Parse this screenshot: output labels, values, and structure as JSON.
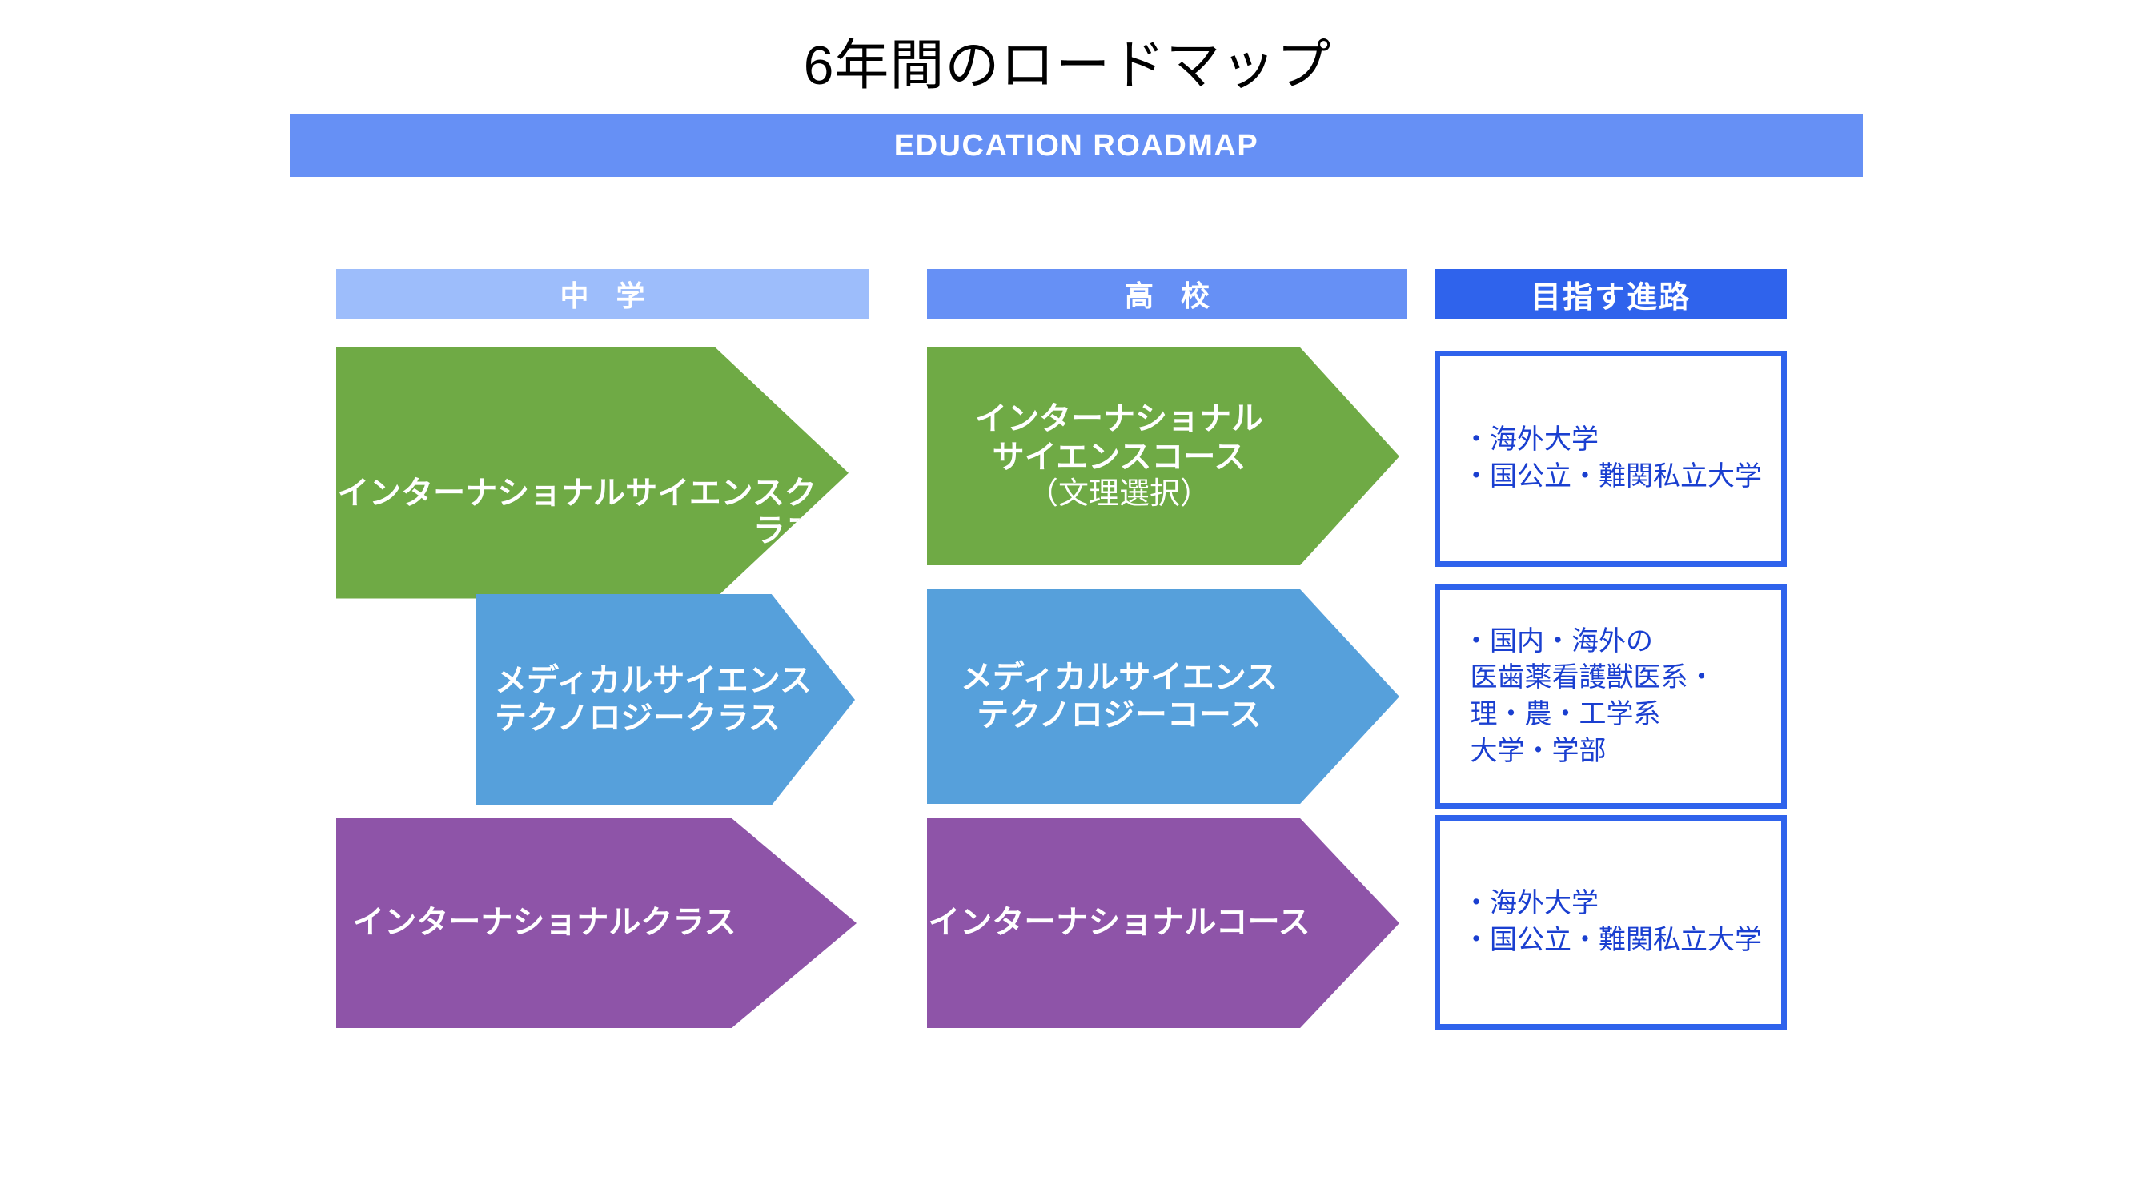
{
  "title": "6年間のロードマップ",
  "banner": {
    "label": "EDUCATION ROADMAP",
    "color": "#6690f5"
  },
  "columns": {
    "middle_school": {
      "label": "中 学",
      "color": "#9dbdfb"
    },
    "high_school": {
      "label": "高 校",
      "color": "#6690f5"
    },
    "goal": {
      "label": "目指す進路",
      "color": "#2f63ec"
    }
  },
  "middle_school_tracks": [
    {
      "name": "international-science-class",
      "label": "インターナショナルサイエンスクラス",
      "color": "#6faa45"
    },
    {
      "name": "medical-science-technology-class",
      "line1": "メディカルサイエンス",
      "line2": "テクノロジークラス",
      "color": "#56a0db"
    },
    {
      "name": "international-class",
      "label": "インターナショナルクラス",
      "color": "#8e54a8"
    }
  ],
  "high_school_tracks": [
    {
      "name": "international-science-course",
      "line1": "インターナショナル",
      "line2": "サイエンスコース",
      "line3": "（文理選択）",
      "color": "#6faa45"
    },
    {
      "name": "medical-science-technology-course",
      "line1": "メディカルサイエンス",
      "line2": "テクノロジーコース",
      "color": "#56a0db"
    },
    {
      "name": "international-course",
      "label": "インターナショナルコース",
      "color": "#8e54a8"
    }
  ],
  "goals": [
    {
      "name": "goal-international-science",
      "text": "・海外大学\n・国公立・難関私立大学",
      "border": "#2f63ec",
      "text_color": "#1a3fd0"
    },
    {
      "name": "goal-medical-science",
      "text": "・国内・海外の\n 医歯薬看護獣医系・\n 理・農・工学系\n 大学・学部",
      "border": "#2f63ec",
      "text_color": "#1a3fd0"
    },
    {
      "name": "goal-international",
      "text": "・海外大学\n・国公立・難関私立大学",
      "border": "#2f63ec",
      "text_color": "#1a3fd0"
    }
  ]
}
